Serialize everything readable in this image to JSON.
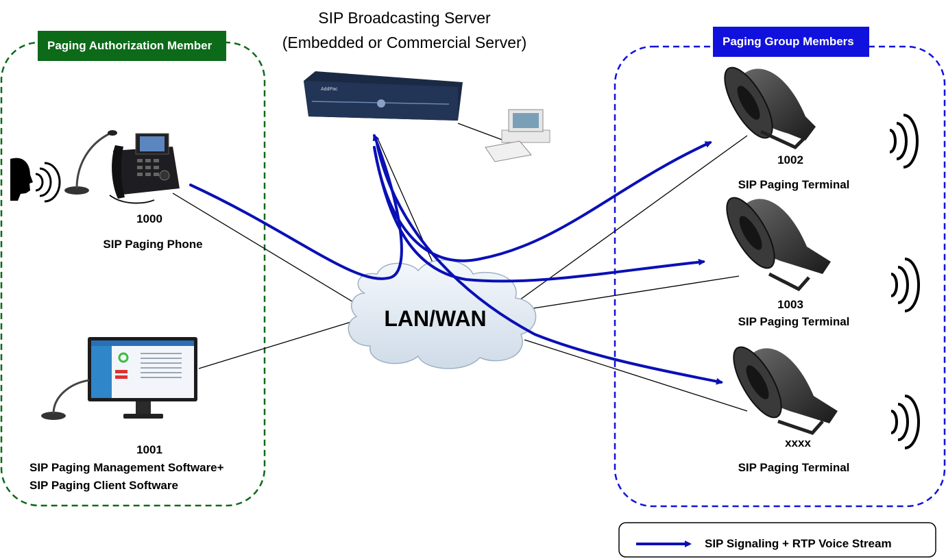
{
  "server": {
    "title_line1": "SIP Broadcasting Server",
    "title_line2": "(Embedded or Commercial Server)",
    "brand": "AddPac"
  },
  "groups": {
    "authorization": {
      "label": "Paging Authorization Member",
      "color": "#0c6a18"
    },
    "paging": {
      "label": "Paging Group Members",
      "color": "#1111dd"
    }
  },
  "network": {
    "label": "LAN/WAN"
  },
  "devices": {
    "phone": {
      "number": "1000",
      "name": "SIP Paging Phone"
    },
    "software": {
      "number": "1001",
      "name_line1": "SIP Paging Management Software+",
      "name_line2": "SIP Paging Client Software"
    },
    "terminal1": {
      "number": "1002",
      "name": "SIP Paging Terminal"
    },
    "terminal2": {
      "number": "1003",
      "name": "SIP Paging Terminal"
    },
    "terminal3": {
      "number": "xxxx",
      "name": "SIP Paging Terminal"
    }
  },
  "legend": {
    "label": "SIP Signaling + RTP Voice Stream"
  },
  "colors": {
    "stream": "#0a10b5",
    "connector": "#000000"
  }
}
